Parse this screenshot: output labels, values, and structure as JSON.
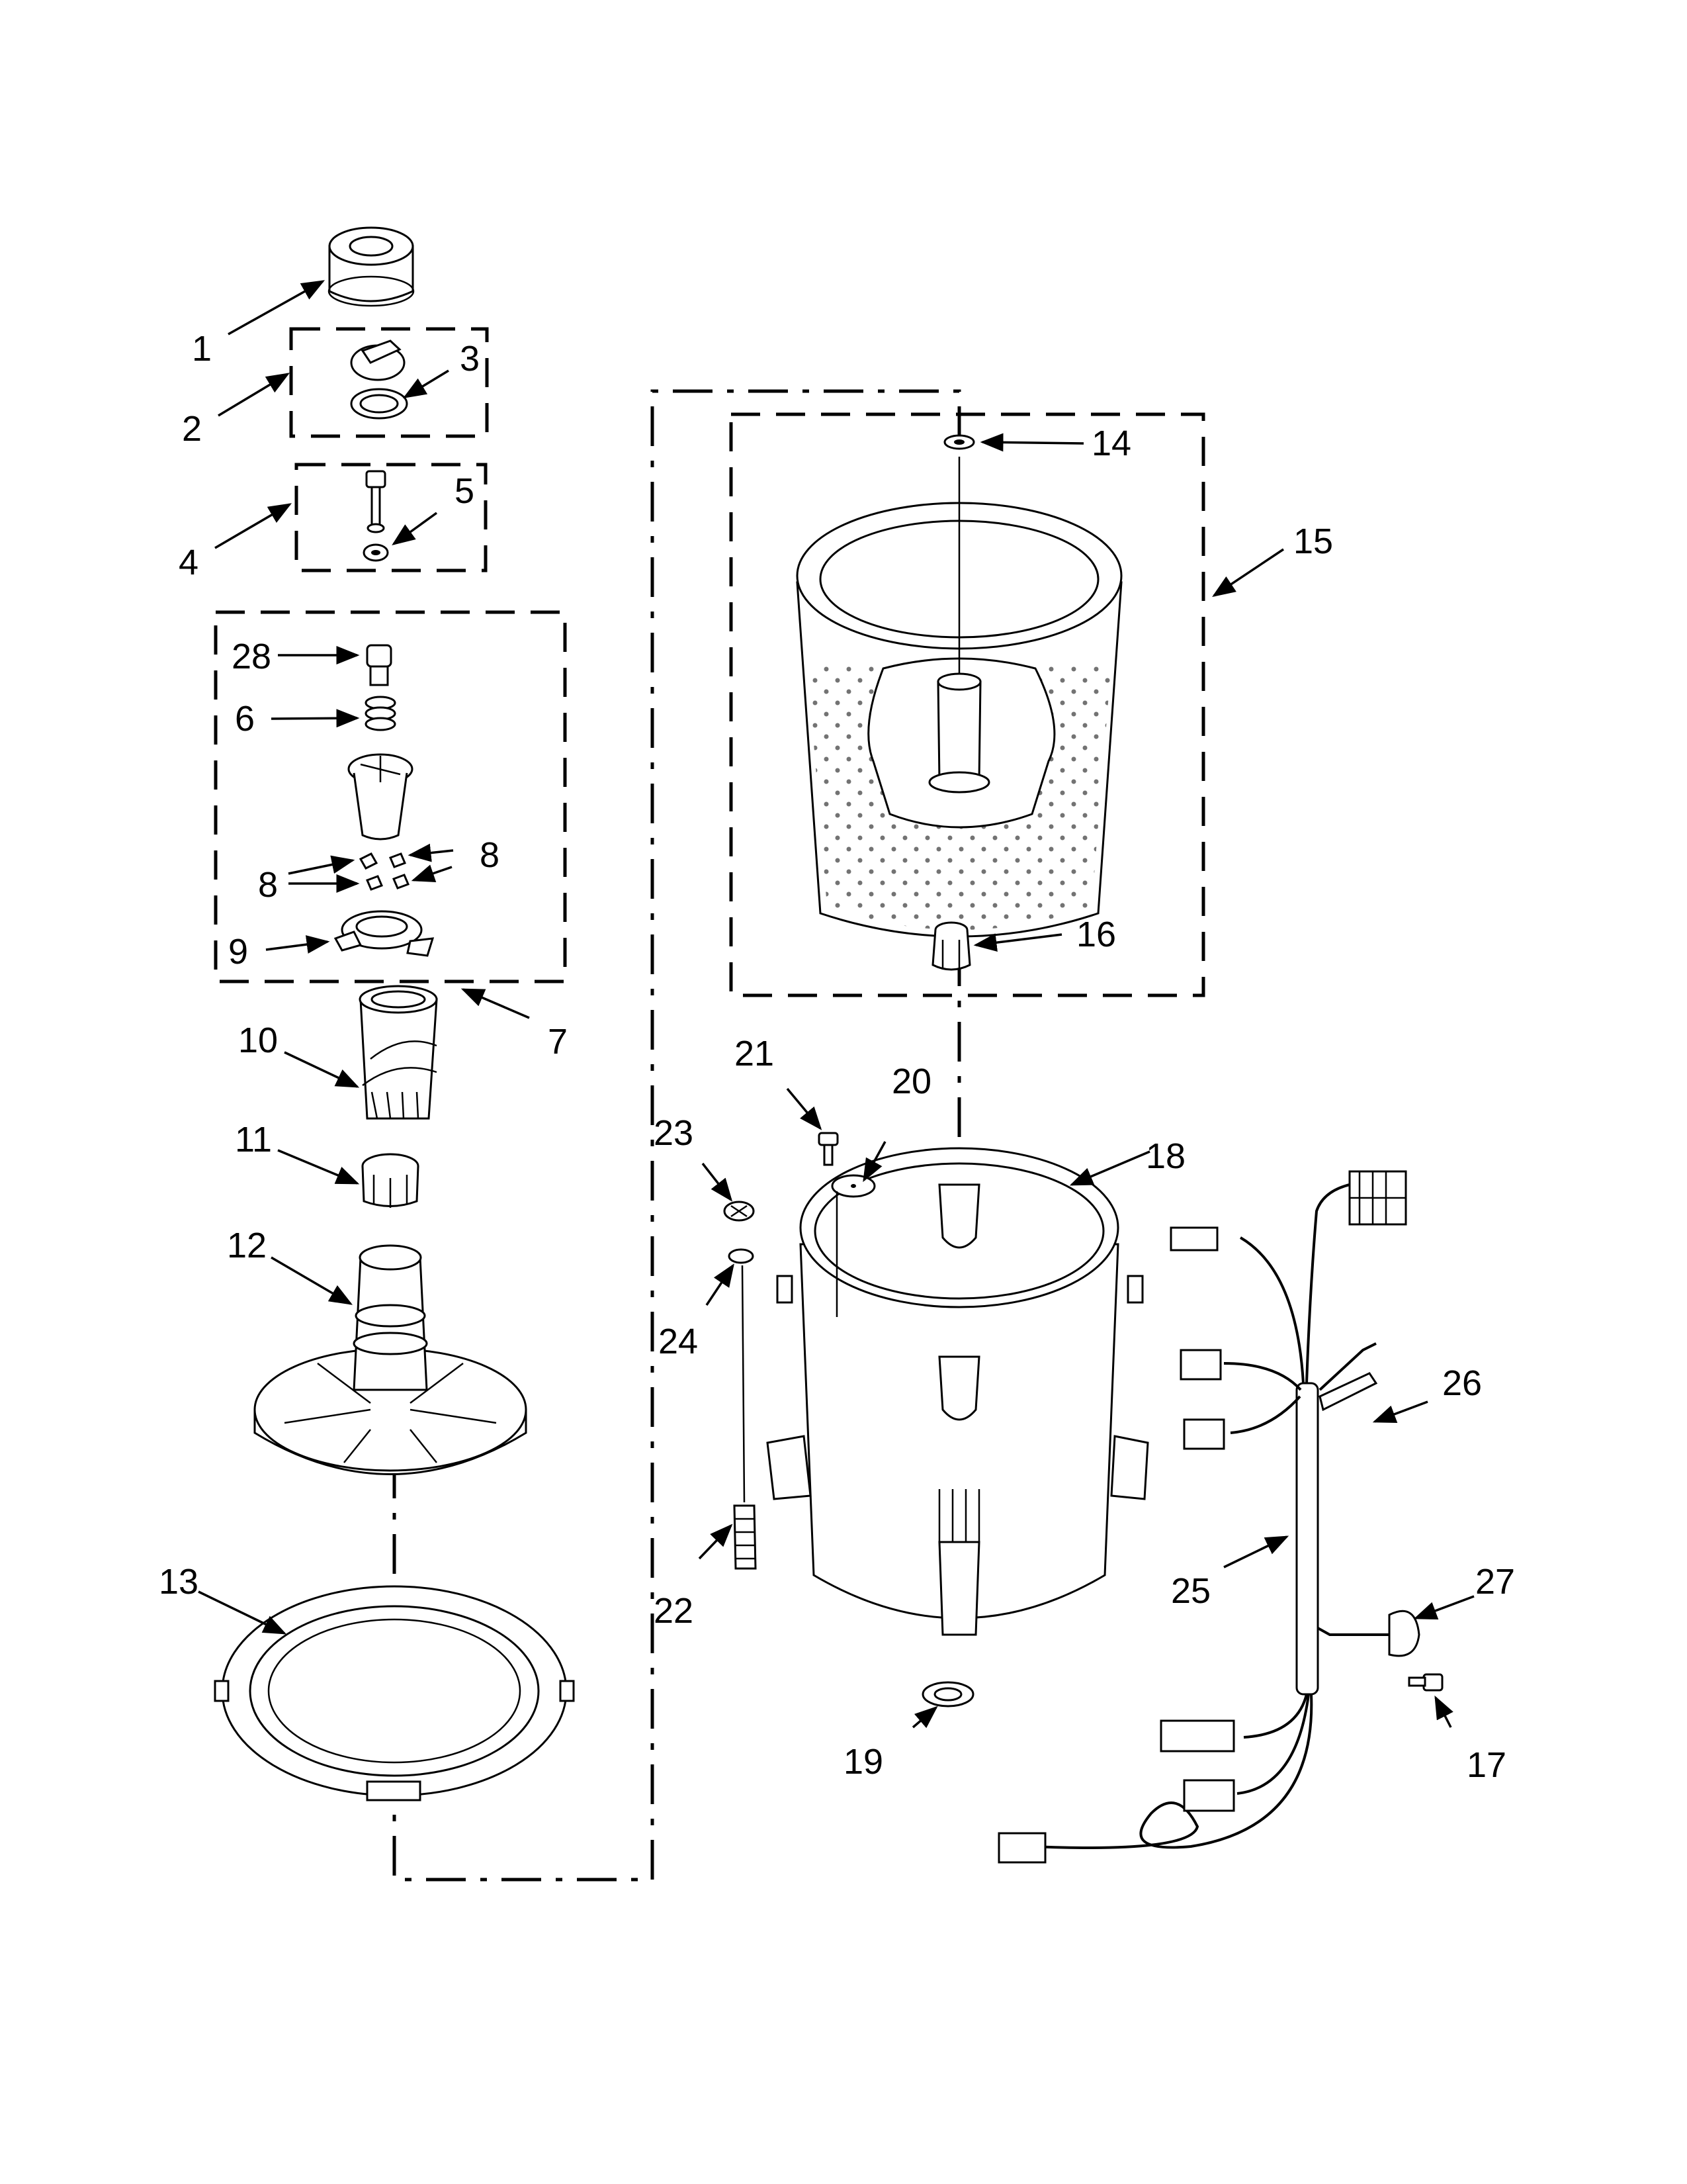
{
  "diagram": {
    "type": "exploded parts diagram",
    "callouts": [
      {
        "id": "1",
        "text": "1"
      },
      {
        "id": "2",
        "text": "2"
      },
      {
        "id": "3",
        "text": "3"
      },
      {
        "id": "4",
        "text": "4"
      },
      {
        "id": "5",
        "text": "5"
      },
      {
        "id": "6",
        "text": "6"
      },
      {
        "id": "7",
        "text": "7"
      },
      {
        "id": "8a",
        "text": "8"
      },
      {
        "id": "8b",
        "text": "8"
      },
      {
        "id": "9",
        "text": "9"
      },
      {
        "id": "10",
        "text": "10"
      },
      {
        "id": "11",
        "text": "11"
      },
      {
        "id": "12",
        "text": "12"
      },
      {
        "id": "13",
        "text": "13"
      },
      {
        "id": "14",
        "text": "14"
      },
      {
        "id": "15",
        "text": "15"
      },
      {
        "id": "16",
        "text": "16"
      },
      {
        "id": "17",
        "text": "17"
      },
      {
        "id": "18",
        "text": "18"
      },
      {
        "id": "19",
        "text": "19"
      },
      {
        "id": "20",
        "text": "20"
      },
      {
        "id": "21",
        "text": "21"
      },
      {
        "id": "22",
        "text": "22"
      },
      {
        "id": "23",
        "text": "23"
      },
      {
        "id": "24",
        "text": "24"
      },
      {
        "id": "25",
        "text": "25"
      },
      {
        "id": "26",
        "text": "26"
      },
      {
        "id": "27",
        "text": "27"
      },
      {
        "id": "28",
        "text": "28"
      }
    ]
  }
}
